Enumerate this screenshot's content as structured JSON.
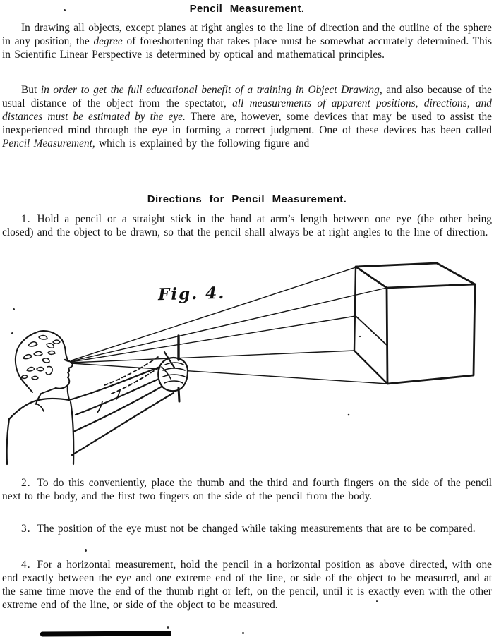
{
  "title": "Pencil Measurement.",
  "intro": [
    {
      "segments": [
        {
          "t": "In drawing all objects, except planes at right angles to the line of direction and the outline of the sphere in any position, the "
        },
        {
          "t": "degree",
          "i": true
        },
        {
          "t": " of foreshortening that takes place must be somewhat accurately determined.  This in Scientific Linear Perspective is determined by optical and mathematical principles."
        }
      ]
    },
    {
      "segments": [
        {
          "t": "But "
        },
        {
          "t": "in order to get the full educational benefit of a training in Object Drawing",
          "i": true
        },
        {
          "t": ", and also because of the usual distance of the object from the spectator, "
        },
        {
          "t": "all measurements of apparent positions, directions, and distances must be estimated by the eye.",
          "i": true
        },
        {
          "t": "  There are, however, some devices that may be used to assist the inexperienced mind through the eye in forming a correct judgment.  One of these devices has been called "
        },
        {
          "t": "Pencil Measurement",
          "i": true
        },
        {
          "t": ", which is explained by the following figure and"
        }
      ]
    }
  ],
  "directions_heading": "Directions for Pencil Measurement.",
  "directions": [
    {
      "num": "1.",
      "segments": [
        {
          "t": "Hold a pencil or a straight stick in the hand at arm’s length between one eye (the other being closed) and the object to be drawn, so that the pencil shall always be at right angles to the line of direction."
        }
      ]
    },
    {
      "num": "2.",
      "segments": [
        {
          "t": "To do this conveniently, place the thumb and the third and fourth fingers on the side of the pencil next to the body, and the first two fingers on the side of the pencil from the body."
        }
      ]
    },
    {
      "num": "3.",
      "segments": [
        {
          "t": "The position of the eye must not be changed while taking measurements that are to be compared."
        }
      ]
    },
    {
      "num": "4.",
      "segments": [
        {
          "t": "For a horizontal measurement, hold the pencil in a horizontal position as above directed, with one end exactly between the eye and one extreme end of the line, or side of the object to be measured, and at the same time move the end of the thumb right or left, on the pencil, until it is exactly even with the other extreme end of the line, or side of the object to be measured."
        }
      ]
    }
  ],
  "figure": {
    "label": "Fig. 4."
  }
}
